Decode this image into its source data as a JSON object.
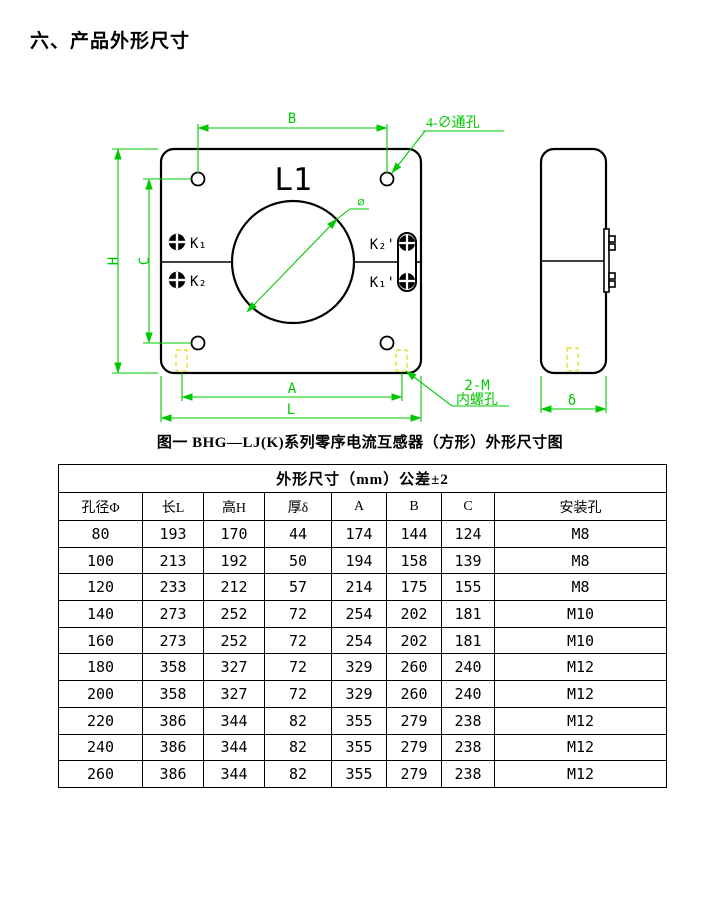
{
  "page": {
    "title": "六、产品外形尺寸"
  },
  "drawing": {
    "part_label": "L1",
    "dims": {
      "B": "B",
      "H": "H",
      "C": "C",
      "A": "A",
      "L": "L",
      "delta": "δ",
      "phi": "∅"
    },
    "annotations": {
      "through_hole": "4-∅通孔",
      "screw_hole_line1": "2-M",
      "screw_hole_line2": "内螺孔"
    },
    "terminals": {
      "k1": "K₁",
      "k2": "K₂",
      "k2p": "K₂'",
      "k1p": "K₁'"
    },
    "colors": {
      "dimension_green": "#00c800",
      "hidden_yellow": "#e8e23c",
      "line_black": "#000000"
    },
    "caption": "图一 BHG—LJ(K)系列零序电流互感器（方形）外形尺寸图"
  },
  "table": {
    "title": "外形尺寸（mm）公差±2",
    "columns": [
      "孔径Φ",
      "长L",
      "高H",
      "厚δ",
      "A",
      "B",
      "C",
      "安装孔"
    ],
    "rows": [
      [
        "80",
        "193",
        "170",
        "44",
        "174",
        "144",
        "124",
        "M8"
      ],
      [
        "100",
        "213",
        "192",
        "50",
        "194",
        "158",
        "139",
        "M8"
      ],
      [
        "120",
        "233",
        "212",
        "57",
        "214",
        "175",
        "155",
        "M8"
      ],
      [
        "140",
        "273",
        "252",
        "72",
        "254",
        "202",
        "181",
        "M10"
      ],
      [
        "160",
        "273",
        "252",
        "72",
        "254",
        "202",
        "181",
        "M10"
      ],
      [
        "180",
        "358",
        "327",
        "72",
        "329",
        "260",
        "240",
        "M12"
      ],
      [
        "200",
        "358",
        "327",
        "72",
        "329",
        "260",
        "240",
        "M12"
      ],
      [
        "220",
        "386",
        "344",
        "82",
        "355",
        "279",
        "238",
        "M12"
      ],
      [
        "240",
        "386",
        "344",
        "82",
        "355",
        "279",
        "238",
        "M12"
      ],
      [
        "260",
        "386",
        "344",
        "82",
        "355",
        "279",
        "238",
        "M12"
      ]
    ]
  }
}
